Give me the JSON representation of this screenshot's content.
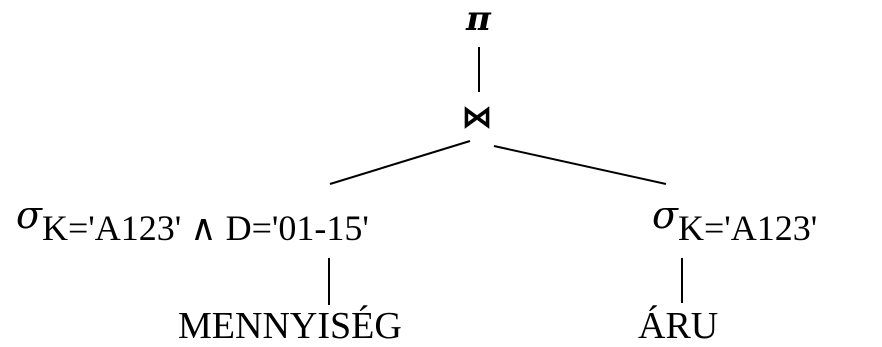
{
  "tree": {
    "projection_symbol": "π",
    "join_symbol": "⋈",
    "left_select": {
      "symbol": "σ",
      "condition": "K='A123' ∧ D='01-15'"
    },
    "right_select": {
      "symbol": "σ",
      "condition": "K='A123'"
    },
    "left_relation": "MENNYISÉG",
    "right_relation": "ÁRU"
  },
  "colors": {
    "background": "#ffffff",
    "text": "#000000",
    "edge": "#000000"
  }
}
